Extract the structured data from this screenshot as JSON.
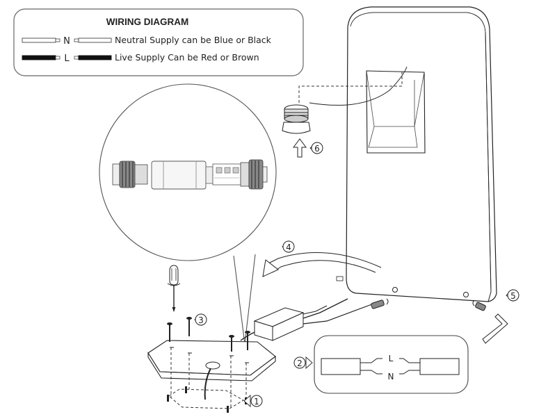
{
  "legend": {
    "title": "WIRING DIAGRAM",
    "rows": [
      {
        "letter": "N",
        "text": "Neutral Supply can be Blue or Black"
      },
      {
        "letter": "L",
        "text": "Live Supply Can be Red or Brown"
      }
    ]
  },
  "terminal_box": {
    "top_letter": "L",
    "bottom_letter": "N"
  },
  "steps": [
    "1",
    "2",
    "3",
    "4",
    "5",
    "6"
  ]
}
